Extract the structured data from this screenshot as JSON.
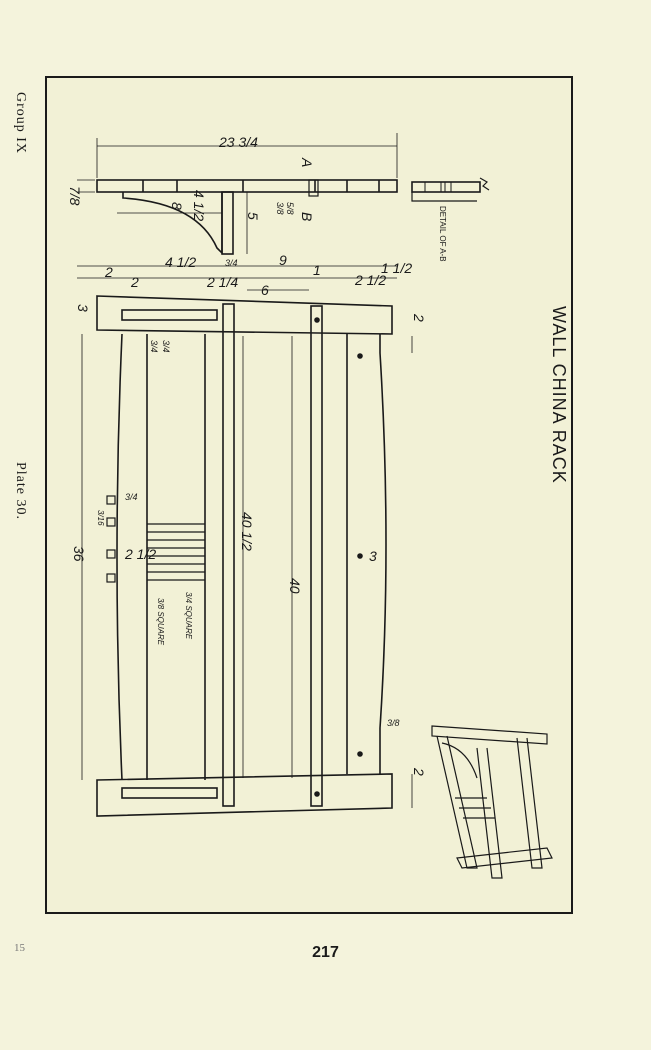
{
  "page": {
    "group_label": "Group IX",
    "plate_label": "Plate 30.",
    "page_number": "217",
    "corner_mark": "15"
  },
  "drawing": {
    "title": "WALL CHINA RACK",
    "detail_label": "DETAIL OF A-B",
    "section_labels": {
      "a": "A",
      "b": "B"
    },
    "dimensions": {
      "top_width": "23 3/4",
      "top_thickness": "7/8",
      "bracket_width": "8",
      "bracket_radius": "4 1/2",
      "bracket_height": "5",
      "dowel_a": "5/8",
      "dowel_b": "3/8",
      "side_gap_left": "2",
      "side_gap_2": "2",
      "shelf_left": "4 1/2",
      "shelf_mid": "2 1/4",
      "small_3_4": "3/4",
      "dim_9": "9",
      "dim_6": "6",
      "dim_1": "1",
      "dim_2_1_2": "2 1/2",
      "dim_1_1_2": "1 1/2",
      "end_3": "3",
      "end_2_top": "2",
      "end_2_bottom": "2",
      "rail_3_4_a": "3/4",
      "rail_3_4_b": "3/4",
      "spindle_3_16": "3/16",
      "spindle_2_1_2": "2 1/2",
      "overall_36": "36",
      "length_40_1_2": "40 1/2",
      "length_40": "40",
      "center_3": "3",
      "curve_3_8": "3/8",
      "square_3_4": "3/4 SQUARE",
      "square_3_8": "3/8 SQUARE"
    }
  }
}
